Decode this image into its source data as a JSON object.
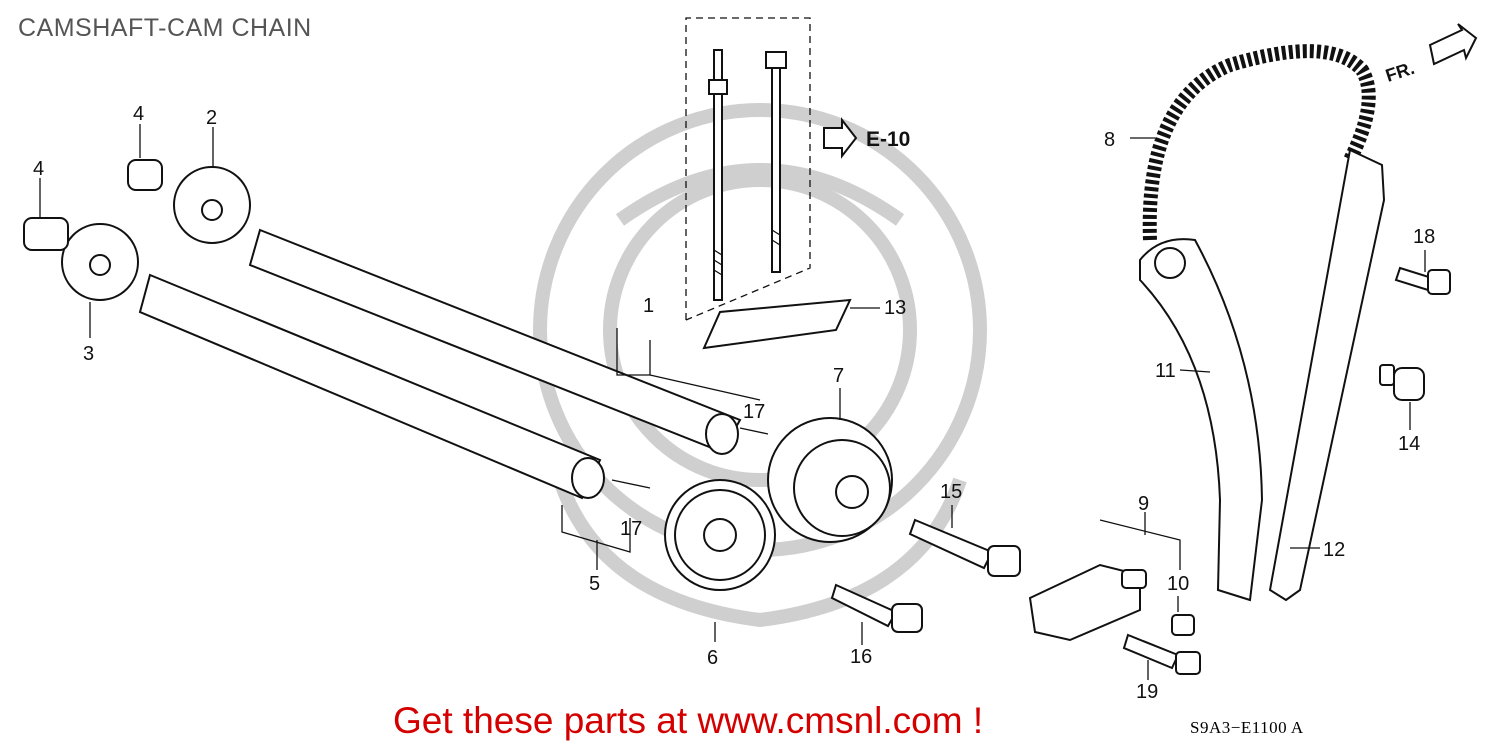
{
  "title": "CAMSHAFT-CAM CHAIN",
  "promo_text": "Get these parts at www.cmsnl.com !",
  "diagram_code": "S9A3−E1100 A",
  "reference_label": "E-10",
  "direction_label": "FR.",
  "callouts": {
    "c1": "1",
    "c2": "2",
    "c3": "3",
    "c4a": "4",
    "c4b": "4",
    "c5": "5",
    "c6": "6",
    "c7": "7",
    "c8": "8",
    "c9": "9",
    "c10": "10",
    "c11": "11",
    "c12": "12",
    "c13": "13",
    "c14": "14",
    "c15": "15",
    "c16": "16",
    "c17a": "17",
    "c17b": "17",
    "c18": "18",
    "c19": "19"
  },
  "colors": {
    "promo": "#d40000",
    "title": "#555555",
    "watermark": "#cfcfcf"
  }
}
